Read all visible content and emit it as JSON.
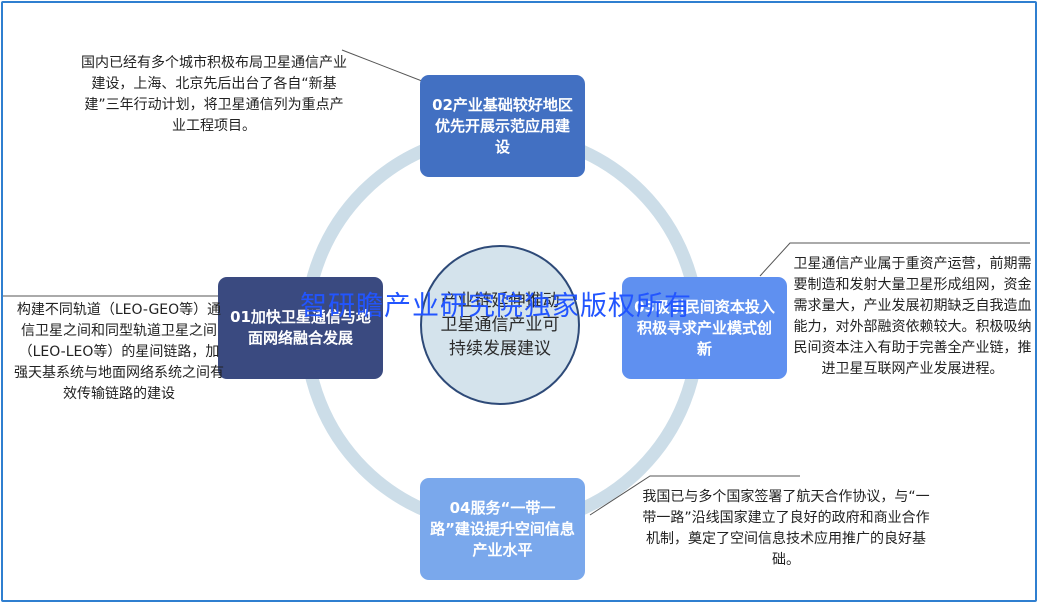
{
  "center_text": "产业链延伸推动卫星通信产业可持续发展建议",
  "boxes": [
    {
      "id": "02",
      "label": "02产业基础较好地区优先开展示范应用建设",
      "color": "#4270c2"
    },
    {
      "id": "01",
      "label": "01加快卫星通信与地面网络融合发展",
      "color": "#3a4a80"
    },
    {
      "id": "03",
      "label": "03吸引民间资本投入积极寻求产业模式创新",
      "color": "#5f90f0"
    },
    {
      "id": "04",
      "label": "04服务“一带一路”建设提升空间信息产业水平",
      "color": "#7aa8ec"
    }
  ],
  "descriptions": {
    "top_left": "国内已经有多个城市积极布局卫星通信产业建设，上海、北京先后出台了各自“新基建”三年行动计划，将卫星通信列为重点产业工程项目。",
    "left": "构建不同轨道（LEO-GEO等）通信卫星之间和同型轨道卫星之间（LEO-LEO等）的星间链路，加强天基系统与地面网络系统之间有效传输链路的建设",
    "right": "卫星通信产业属于重资产运营，前期需要制造和发射大量卫星形成组网，资金需求量大，产业发展初期缺乏自我造血能力，对外部融资依赖较大。积极吸纳民间资本注入有助于完善全产业链，推进卫星互联网产业发展进程。",
    "bottom_right": "我国已与多个国家签署了航天合作协议，与“一带一路”沿线国家建立了良好的政府和商业合作机制，奠定了空间信息技术应用推广的良好基础。"
  },
  "watermark": "智研瞻产业研究院独家版权所有",
  "colors": {
    "frame": "#2f7fd0",
    "ring": "#ccdde8",
    "center_fill": "#d4e3ec",
    "center_border": "#2e4a78",
    "watermark": "#2255ff"
  }
}
